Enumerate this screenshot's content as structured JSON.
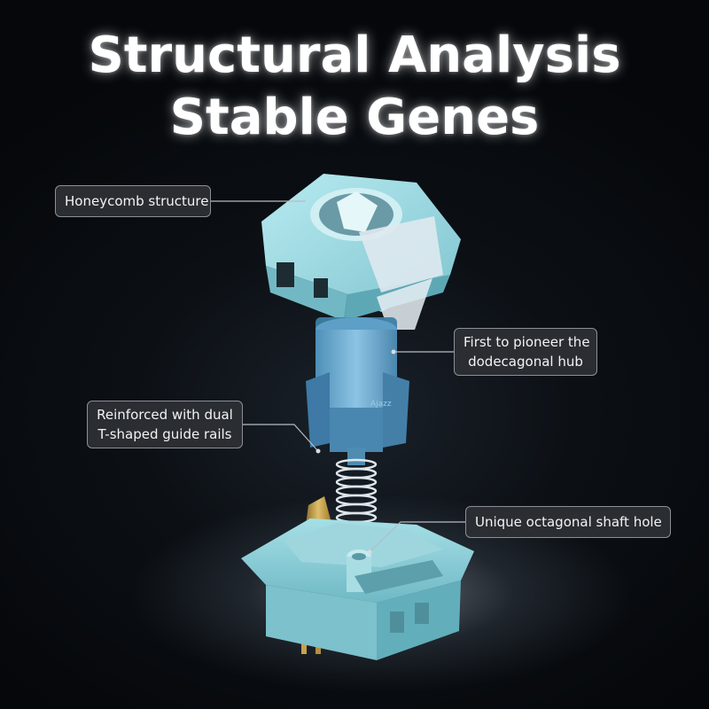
{
  "title": {
    "line1": "Structural Analysis",
    "line2": "Stable Genes"
  },
  "callouts": {
    "honeycomb": "Honeycomb structure",
    "hub_line1": "First to pioneer the",
    "hub_line2": "dodecagonal hub",
    "rails_line1": "Reinforced with dual",
    "rails_line2": "T-shaped guide rails",
    "shaft": "Unique octagonal shaft hole"
  },
  "stem_marking": "Ajazz",
  "colors": {
    "background": "#05070a",
    "housing": "#8fd3dc",
    "stem": "#6aaad0",
    "label_bg": "#2a2d31",
    "label_border": "#8c9096",
    "text": "#ffffff"
  }
}
